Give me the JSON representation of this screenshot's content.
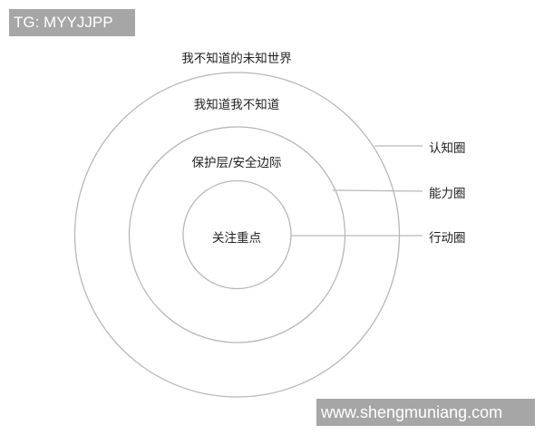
{
  "watermarks": {
    "top": "TG: MYYJJPP",
    "bottom": "www.shengmuniang.com"
  },
  "diagram": {
    "type": "concentric-circles",
    "zones": {
      "outside": "我不知道的未知世界",
      "outer_ring": "我知道我不知道",
      "middle_ring": "保护层/安全边际",
      "core": "关注重点"
    },
    "circle_labels": {
      "outer": "认知圈",
      "middle": "能力圈",
      "inner": "行动圈"
    },
    "colors": {
      "stroke": "#b5b2ae",
      "text": "#222222",
      "watermark_bg": "#a6a6a6"
    }
  }
}
